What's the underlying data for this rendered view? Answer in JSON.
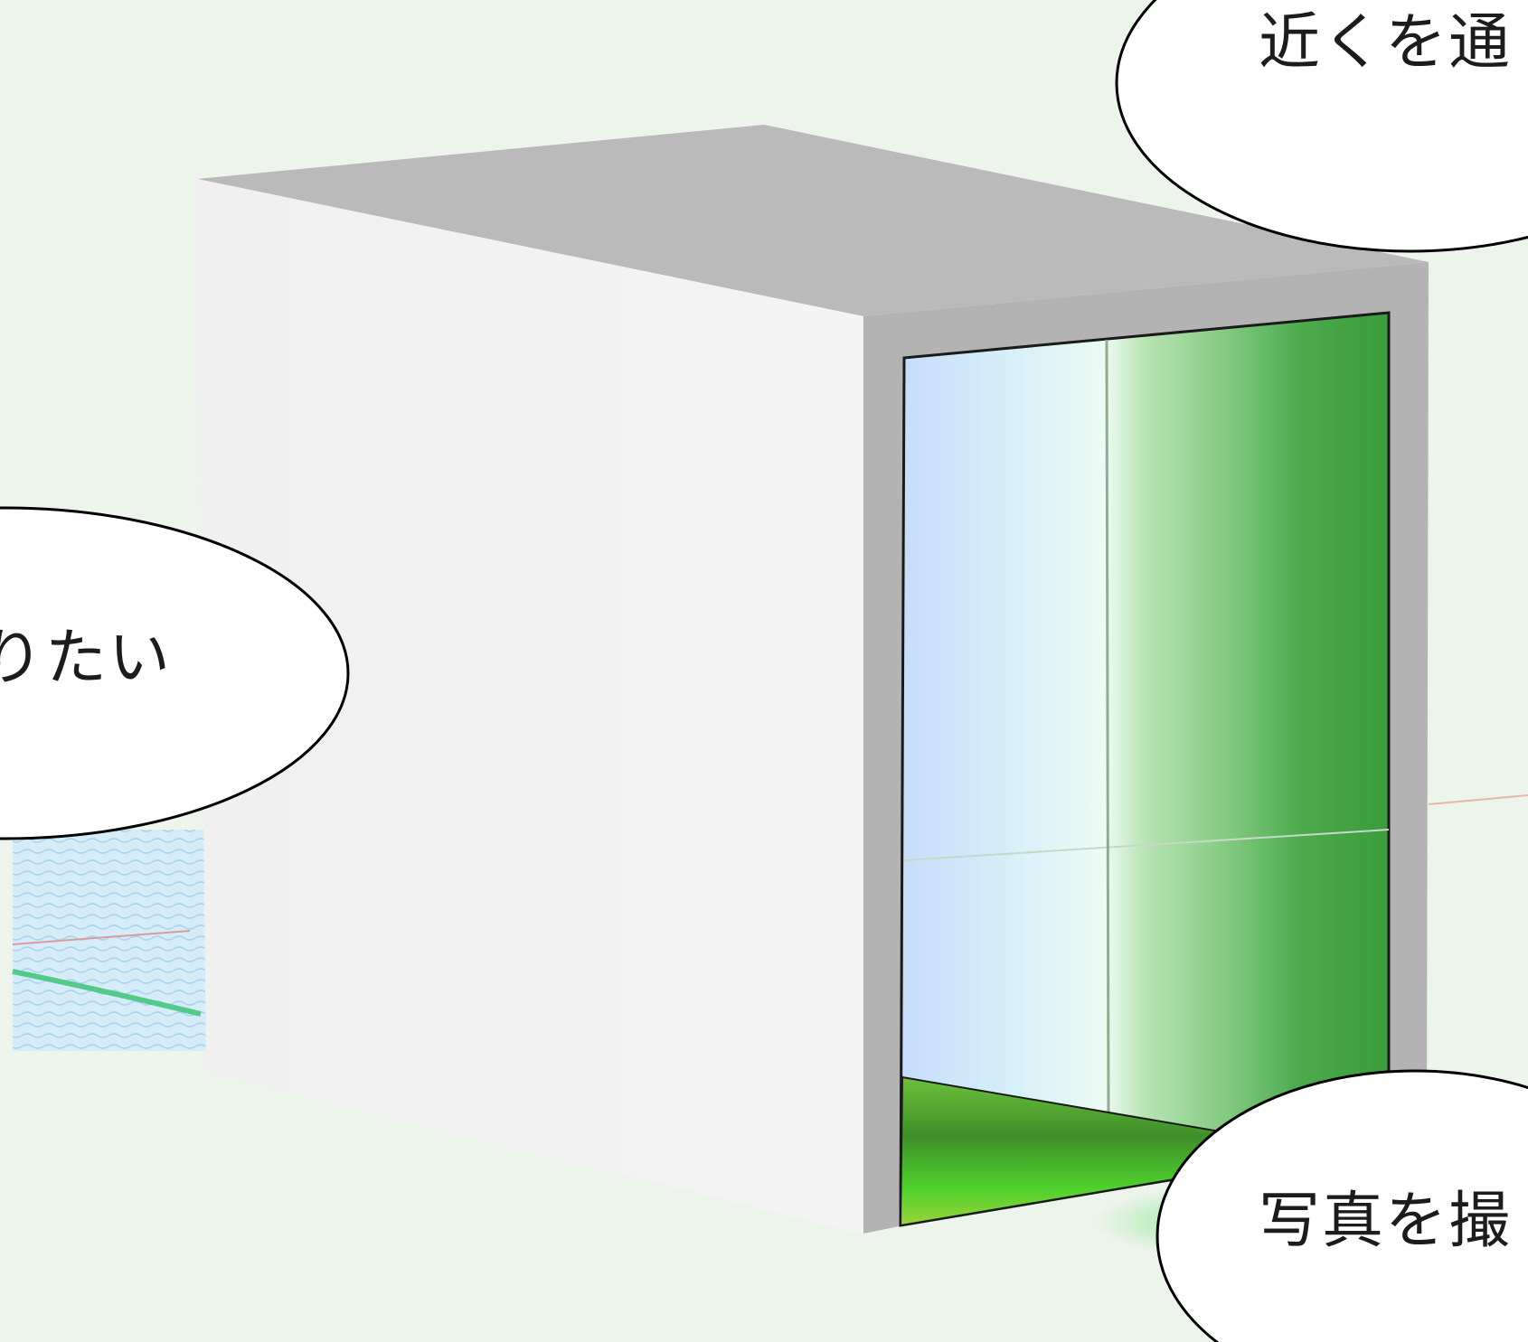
{
  "colors": {
    "background": "#edf4ec",
    "cube_front": "#f2f2f2",
    "cube_top": "#bababa",
    "cube_frame": "#b3b3b3",
    "glass_blue": "#cde4fb",
    "glass_green": "#3fa03f",
    "grass": "#5dbb2c",
    "bubble_fill": "#ffffff",
    "bubble_outline": "#000000"
  },
  "bubbles": {
    "top": "近くを通",
    "left": "りたい",
    "bottom": "写真を撮"
  }
}
